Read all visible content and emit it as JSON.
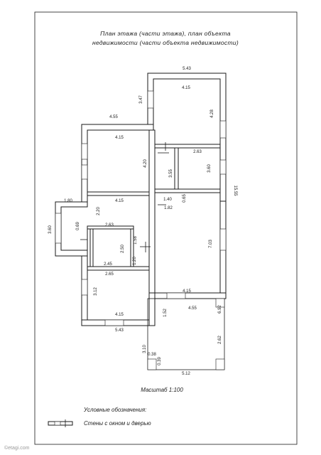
{
  "title_line1": "План этажа (части этажа), план объекта",
  "title_line2": "недвижимости (части объекта недвижимости)",
  "scale_label": "Масштаб 1:100",
  "legend_heading": "Условные обозначения:",
  "legend_item": "Стены с окном и дверью",
  "watermark": "©etagi.com",
  "dimensions": [
    "5.43",
    "4.15",
    "3.47",
    "4.28",
    "4.55",
    "4.15",
    "4.20",
    "2.63",
    "3.55",
    "3.60",
    "15.55",
    "1.80",
    "2.20",
    "0.69",
    "3.60",
    "4.15",
    "1.40",
    "0.65",
    "1.82",
    "2.63",
    "2.50",
    "1.58",
    "7.03",
    "1.20",
    "2.45",
    "2.65",
    "3.12",
    "4.15",
    "1.52",
    "4.55",
    "6.92",
    "4.15",
    "5.43",
    "3.10",
    "2.62",
    "0.38",
    "0.39",
    "5.12"
  ]
}
